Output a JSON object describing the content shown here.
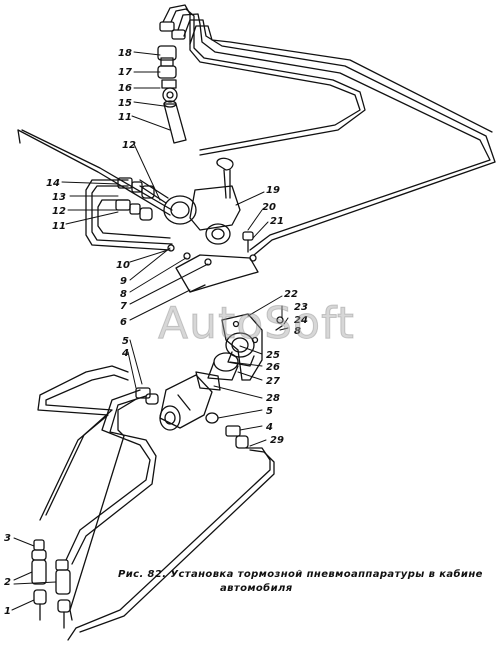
{
  "figure": {
    "caption_line1": "Рис. 82. Установка тормозной пневмоаппаратуры в кабине",
    "caption_line2": "автомобиля",
    "watermark": "AutoSoft"
  },
  "callouts": [
    {
      "id": "c18",
      "text": "18"
    },
    {
      "id": "c17",
      "text": "17"
    },
    {
      "id": "c16",
      "text": "16"
    },
    {
      "id": "c15",
      "text": "15"
    },
    {
      "id": "c11a",
      "text": "11"
    },
    {
      "id": "c12a",
      "text": "12"
    },
    {
      "id": "c14",
      "text": "14"
    },
    {
      "id": "c13",
      "text": "13"
    },
    {
      "id": "c12b",
      "text": "12"
    },
    {
      "id": "c11b",
      "text": "11"
    },
    {
      "id": "c19",
      "text": "19"
    },
    {
      "id": "c20",
      "text": "20"
    },
    {
      "id": "c21",
      "text": "21"
    },
    {
      "id": "c10",
      "text": "10"
    },
    {
      "id": "c9",
      "text": "9"
    },
    {
      "id": "c8a",
      "text": "8"
    },
    {
      "id": "c7",
      "text": "7"
    },
    {
      "id": "c6",
      "text": "6"
    },
    {
      "id": "c22",
      "text": "22"
    },
    {
      "id": "c23",
      "text": "23"
    },
    {
      "id": "c24",
      "text": "24"
    },
    {
      "id": "c8b",
      "text": "8"
    },
    {
      "id": "c25",
      "text": "25"
    },
    {
      "id": "c26",
      "text": "26"
    },
    {
      "id": "c27",
      "text": "27"
    },
    {
      "id": "c28",
      "text": "28"
    },
    {
      "id": "c5a",
      "text": "5"
    },
    {
      "id": "c4a",
      "text": "4"
    },
    {
      "id": "c5b",
      "text": "5"
    },
    {
      "id": "c4b",
      "text": "4"
    },
    {
      "id": "c29",
      "text": "29"
    },
    {
      "id": "c3",
      "text": "3"
    },
    {
      "id": "c2",
      "text": "2"
    },
    {
      "id": "c1",
      "text": "1"
    }
  ]
}
